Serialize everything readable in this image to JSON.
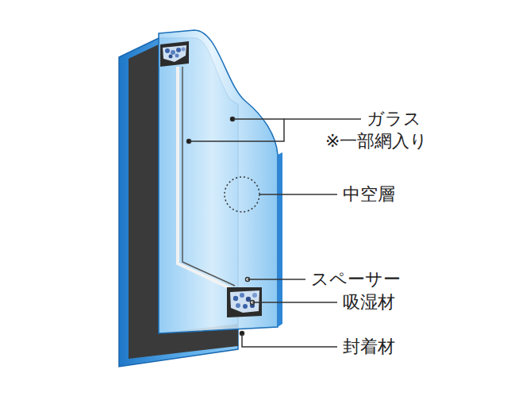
{
  "diagram": {
    "labels": [
      "ガラス",
      "※一部網入り",
      "中空層",
      "スペーサー",
      "吸湿材",
      "封着材"
    ]
  }
}
